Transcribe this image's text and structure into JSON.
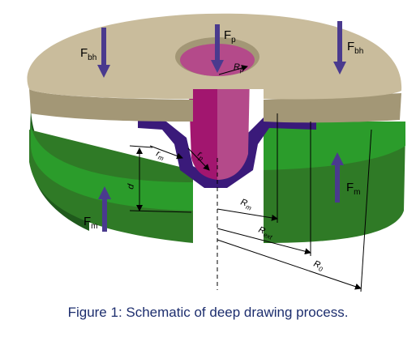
{
  "figure": {
    "caption": "Figure 1: Schematic of deep drawing process."
  },
  "labels": {
    "force_bh_left": {
      "main": "F",
      "sub": "bh"
    },
    "force_bh_right": {
      "main": "F",
      "sub": "bh"
    },
    "force_punch": {
      "main": "F",
      "sub": "p"
    },
    "force_die_left": {
      "main": "F",
      "sub": "m"
    },
    "force_die_right": {
      "main": "F",
      "sub": "m"
    },
    "punch_radius": {
      "main": "R",
      "sub": "p"
    },
    "die_radius": {
      "main": "r",
      "sub": "m"
    },
    "punch_corner_radius": {
      "main": "r",
      "sub": "p"
    },
    "die_depth": "d",
    "inner_die_radius": {
      "main": "R",
      "sub": "m"
    },
    "blank_ext_radius": {
      "main": "R",
      "sub": "ext"
    },
    "blank_radius": {
      "main": "R",
      "sub": "0"
    }
  },
  "colors": {
    "blankholder": "#c9bc9c",
    "blankholder_dark": "#a39776",
    "die": "#2f7a26",
    "die_dark": "#1f5a1c",
    "sheet": "#2b9c2b",
    "punch": "#a2166f",
    "punch_light": "#b44a8a",
    "formed_sheet": "#3a1a7a",
    "arrow": "#4a3a8e",
    "caption": "#1d2e6e"
  }
}
